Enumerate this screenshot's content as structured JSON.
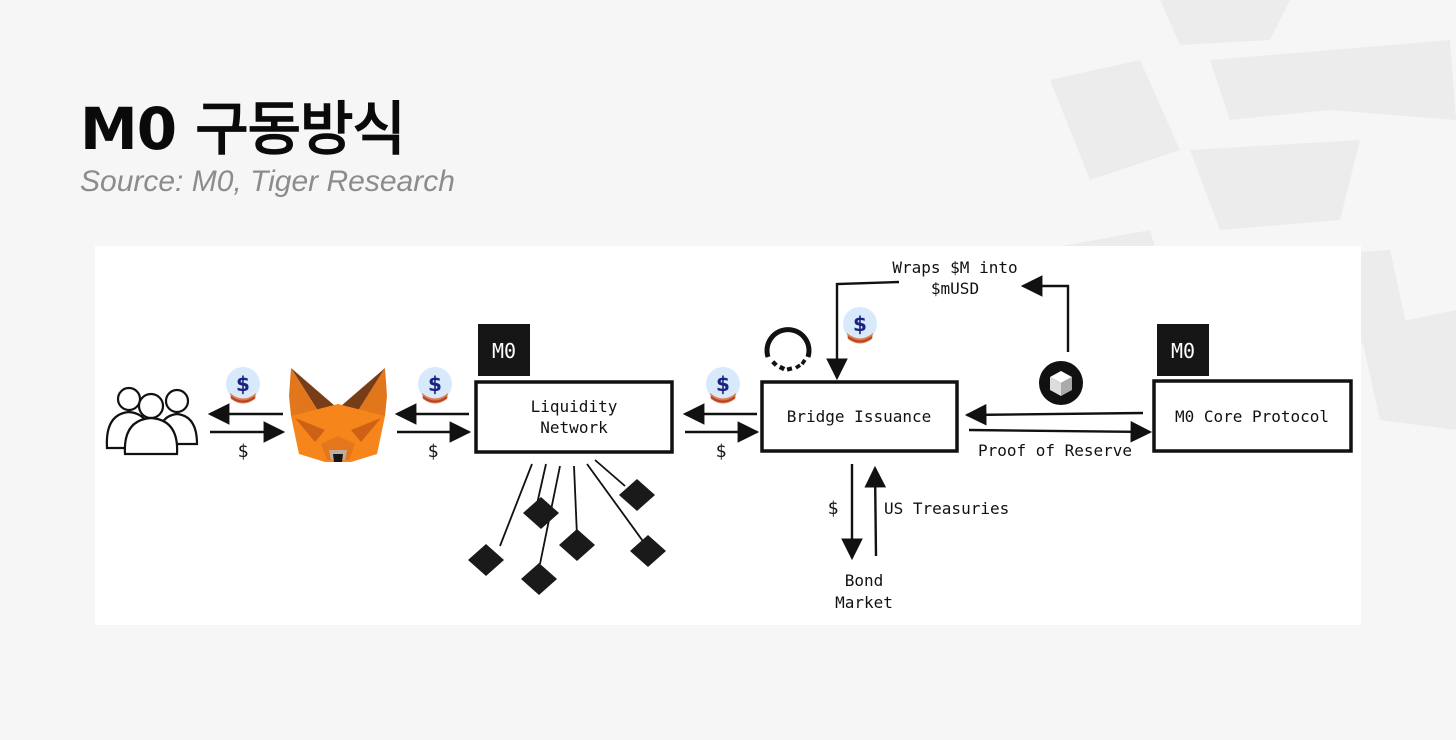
{
  "header": {
    "title": "M0 구동방식",
    "source": "Source: M0, Tiger Research"
  },
  "diagram": {
    "nodes": {
      "liquidity_network": [
        "Liquidity",
        "Network"
      ],
      "bridge_issuance": "Bridge Issuance",
      "core_protocol": "M0 Core Protocol",
      "bond_market": [
        "Bond",
        "Market"
      ]
    },
    "m0_logo_text": "M0",
    "coin_symbol": "$",
    "edge_labels": {
      "users_to_wallet": "$",
      "wallet_to_network": "$",
      "network_to_bridge": "$",
      "wraps": [
        "Wraps $M into",
        "$mUSD"
      ],
      "proof_of_reserve": "Proof of Reserve",
      "to_bond_market": "$",
      "us_treasuries": "US Treasuries"
    },
    "icons": [
      "users-group-icon",
      "metamask-fox-icon",
      "coin-stack-icon",
      "m0-logo-icon",
      "loading-ring-icon",
      "cube-icon",
      "diamond-node-icon"
    ],
    "colors": {
      "fox_orange": "#e2761b",
      "fox_dark": "#763d16",
      "coin_blue": "#1a237e",
      "coin_bg": "#d7e9fb",
      "ink": "#111111"
    }
  }
}
